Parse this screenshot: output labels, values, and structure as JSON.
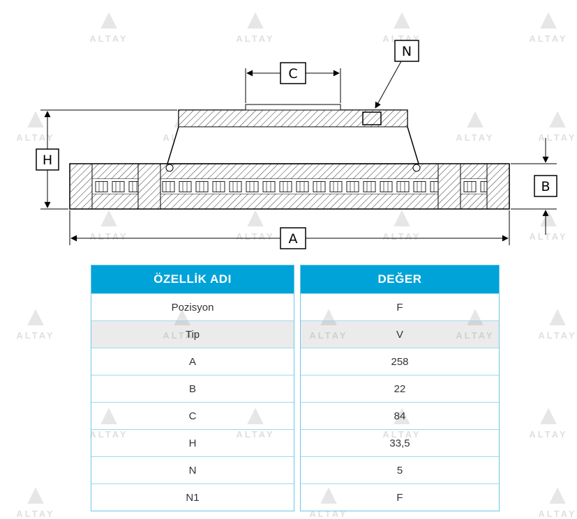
{
  "watermark": {
    "brand": "ALTAY"
  },
  "diagram": {
    "labels": {
      "A": "A",
      "B": "B",
      "C": "C",
      "H": "H",
      "N": "N"
    }
  },
  "table": {
    "columns": [
      {
        "header": "ÖZELLİK ADI"
      },
      {
        "header": "DEĞER"
      }
    ],
    "rows": [
      {
        "name": "Pozisyon",
        "value": "F"
      },
      {
        "name": "Tip",
        "value": "V"
      },
      {
        "name": "A",
        "value": "258"
      },
      {
        "name": "B",
        "value": "22"
      },
      {
        "name": "C",
        "value": "84"
      },
      {
        "name": "H",
        "value": "33,5"
      },
      {
        "name": "N",
        "value": "5"
      },
      {
        "name": "N1",
        "value": "F"
      }
    ]
  }
}
